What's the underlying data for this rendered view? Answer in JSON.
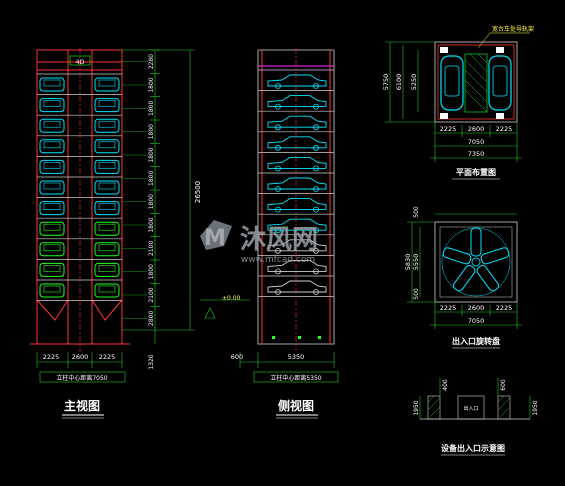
{
  "colors": {
    "background": "#000000",
    "frame": "#ff3333",
    "dimension": "#22cc22",
    "text": "#ffffff",
    "car": "#00e5ff",
    "cad_green": "#22ff22",
    "label_yellow": "#ffff44",
    "watermark": "#9aa0a8"
  },
  "front_view": {
    "title": "主视图",
    "top_label": "4D",
    "dim_bottom": [
      "2225",
      "2600",
      "2225"
    ],
    "dim_total": "7050",
    "dim_right_levels": [
      "2280",
      "1800",
      "1800",
      "1800",
      "1800",
      "1800",
      "1800",
      "1800",
      "2100",
      "1800",
      "2100",
      "2800"
    ],
    "dim_height_total": "26500",
    "ground_mark": "±0.00",
    "bottom_note": "立柱中心距离7050",
    "side_small": "1320"
  },
  "side_view": {
    "title": "侧视图",
    "dim_bottom": [
      "600",
      "5350"
    ],
    "bottom_note": "立柱中心距离5350"
  },
  "plan_view": {
    "title": "平面布置图",
    "callout": "宽台车处导轨架",
    "dim_left": [
      "5750",
      "6100",
      "5250"
    ],
    "dim_bottom": [
      "2225",
      "2600",
      "2225"
    ],
    "dim_total_1": "7050",
    "dim_total_2": "7350"
  },
  "rotary_view": {
    "title": "出入口旋转盘",
    "dim_left": [
      "5830",
      "5550",
      "500"
    ],
    "dim_top": "500",
    "dim_bottom": [
      "2225",
      "2600",
      "2225"
    ],
    "dim_total": "7050"
  },
  "entrance_view": {
    "title": "设备出入口示意图",
    "dim_top": [
      "400",
      "600"
    ],
    "dim_left": "1950",
    "dim_right": "1950",
    "door_label": "出入口"
  },
  "watermark": {
    "logo": "M",
    "text_cn": "沐风网",
    "text_en": "www.mfcad.com"
  }
}
